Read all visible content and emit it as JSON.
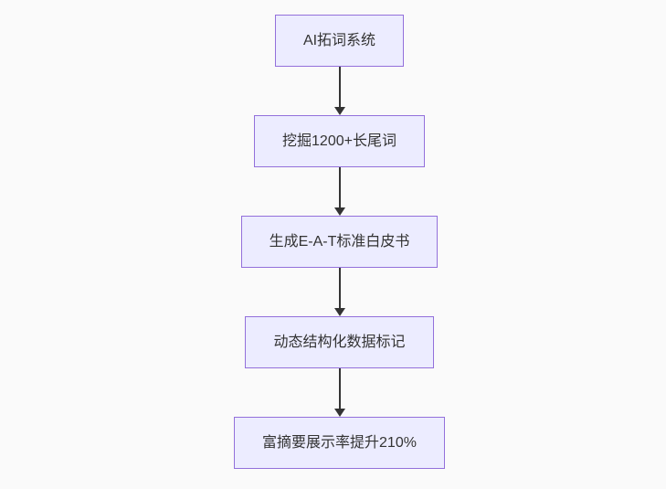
{
  "diagram": {
    "type": "flowchart",
    "direction": "top-down",
    "nodes": [
      {
        "id": "step1",
        "label": "AI拓词系统"
      },
      {
        "id": "step2",
        "label": "挖掘1200+长尾词"
      },
      {
        "id": "step3",
        "label": "生成E-A-T标准白皮书"
      },
      {
        "id": "step4",
        "label": "动态结构化数据标记"
      },
      {
        "id": "step5",
        "label": "富摘要展示率提升210%"
      }
    ],
    "edges": [
      {
        "from": "step1",
        "to": "step2"
      },
      {
        "from": "step2",
        "to": "step3"
      },
      {
        "from": "step3",
        "to": "step4"
      },
      {
        "from": "step4",
        "to": "step5"
      }
    ],
    "colors": {
      "background": "#fafafa",
      "node_fill": "#ECECFF",
      "node_border": "#9370DB",
      "node_text": "#333333",
      "arrow": "#333333"
    }
  }
}
